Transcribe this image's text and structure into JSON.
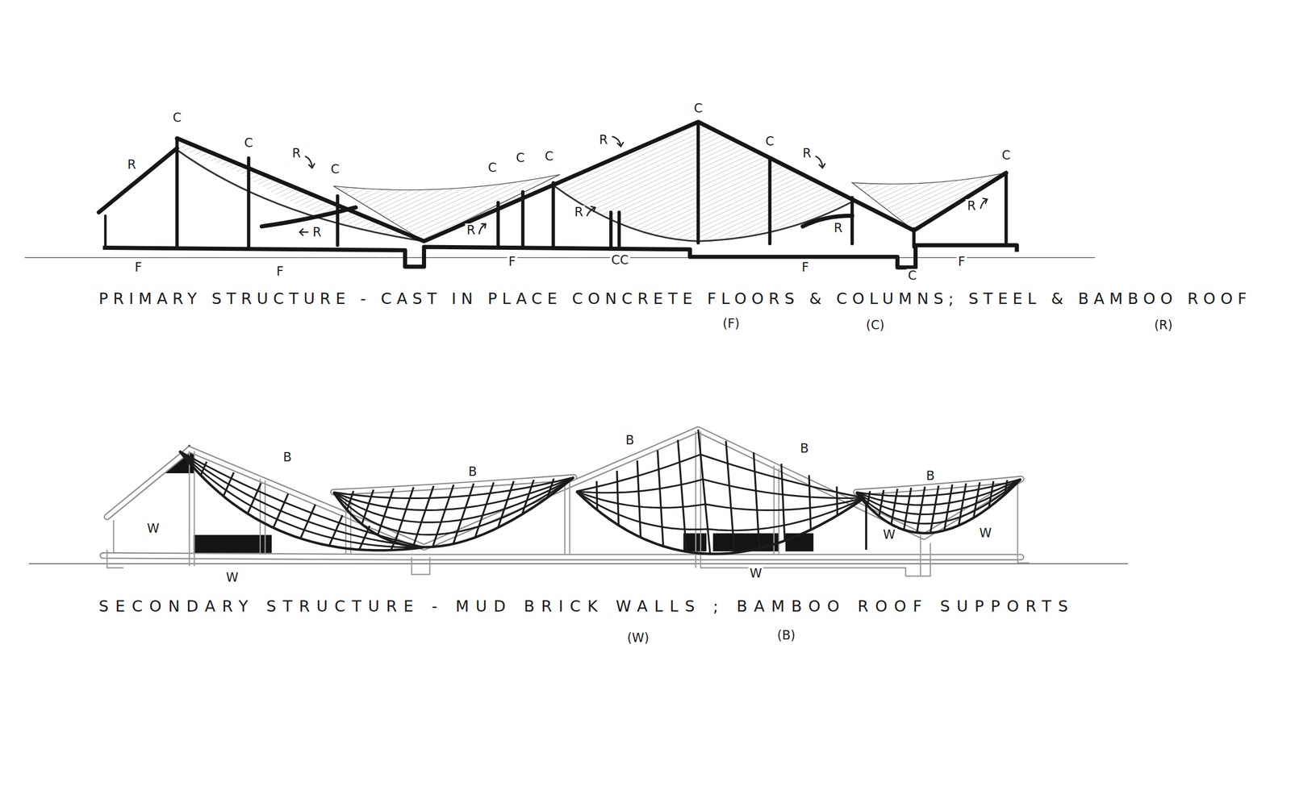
{
  "diagram": {
    "labels": [
      "C",
      "R",
      "C",
      "R",
      "C",
      "C",
      "C",
      "C",
      "R",
      "C",
      "C",
      "R",
      "C",
      "R",
      "R",
      "R",
      "R",
      "R",
      "F",
      "F",
      "F",
      "CC",
      "F",
      "C",
      "F",
      "PRIMARY STRUCTURE - CAST IN PLACE CONCRETE FLOORS & COLUMNS; STEEL & BAMBOO ROOF",
      "(F)",
      "(C)",
      "(R)",
      "B",
      "B",
      "B",
      "B",
      "B",
      "W",
      "W",
      "W",
      "W",
      "W",
      "SECONDARY STRUCTURE - MUD BRICK WALLS ; BAMBOO ROOF SUPPORTS",
      "(W)",
      "(B)"
    ]
  }
}
